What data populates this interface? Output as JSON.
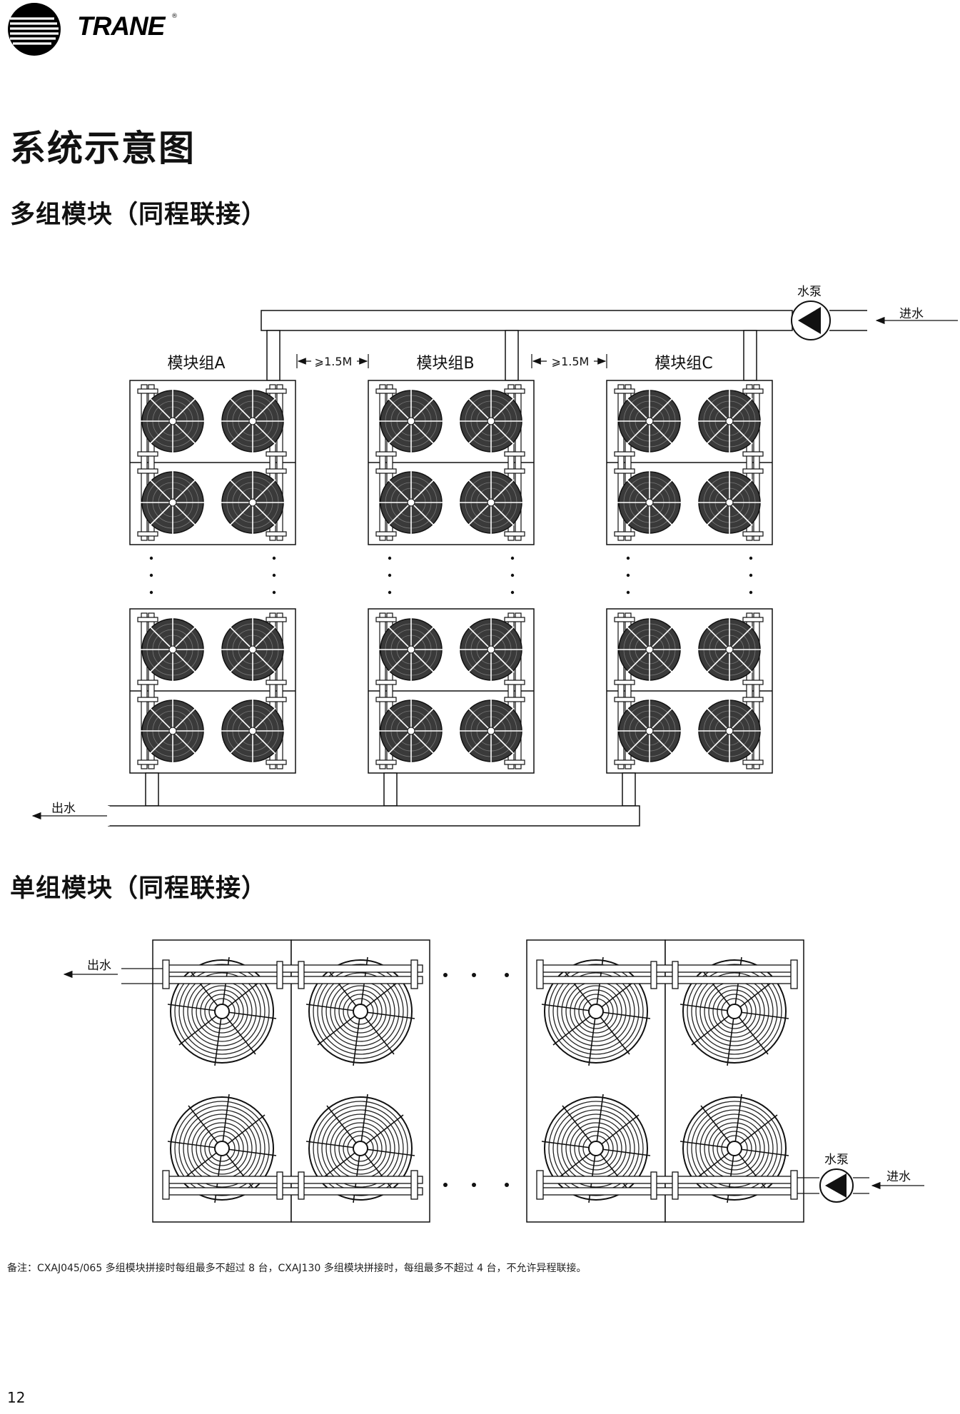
{
  "brand": {
    "name": "TRANE",
    "registered": "®"
  },
  "page_title": "系统示意图",
  "sections": {
    "multi": {
      "heading": "多组模块（同程联接）",
      "groups": [
        "模块组A",
        "模块组B",
        "模块组C"
      ],
      "spacing": [
        "⩾1.5M",
        "⩾1.5M"
      ],
      "pump": "水泵",
      "inlet": "进水",
      "outlet": "出水"
    },
    "single": {
      "heading": "单组模块（同程联接）",
      "outlet": "出水",
      "pump": "水泵",
      "inlet": "进水"
    }
  },
  "note": "备注：CXAJ045/065 多组模块拼接时每组最多不超过 8 台，CXAJ130 多组模块拼接时，每组最多不超过 4 台，不允许异程联接。",
  "page_number": "12"
}
